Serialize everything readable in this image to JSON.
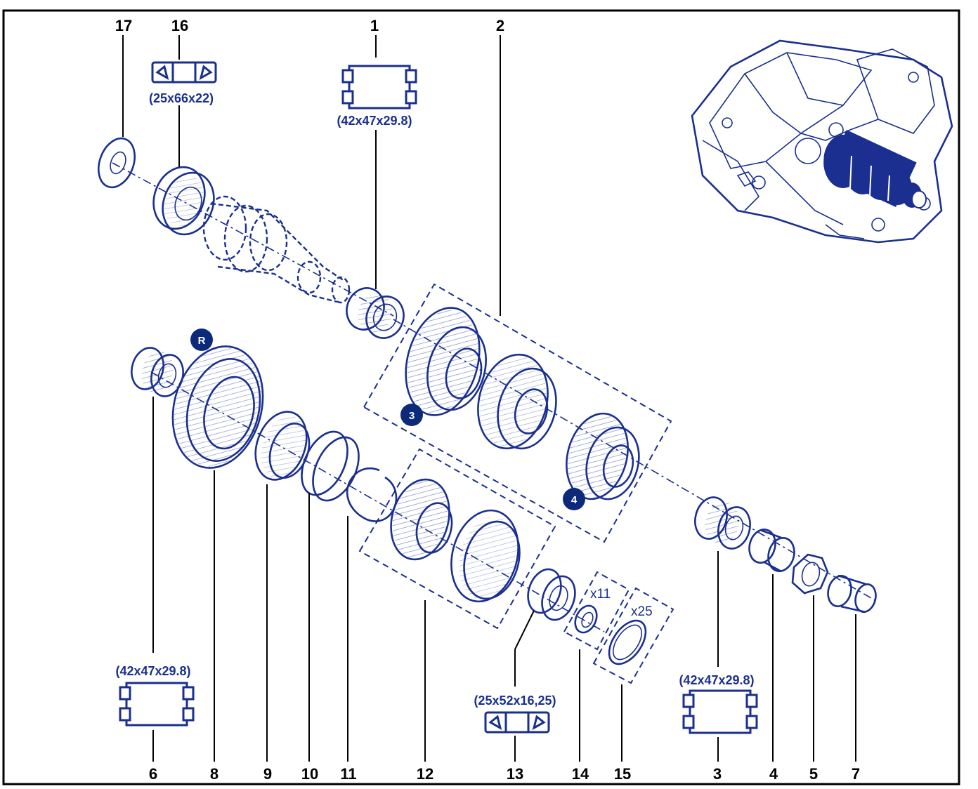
{
  "parts": [
    {
      "id": "1",
      "label": "1",
      "dimension": "(42x47x29.8)"
    },
    {
      "id": "2",
      "label": "2"
    },
    {
      "id": "3",
      "label": "3",
      "dimension": "(42x47x29.8)"
    },
    {
      "id": "4",
      "label": "4"
    },
    {
      "id": "5",
      "label": "5"
    },
    {
      "id": "6",
      "label": "6",
      "dimension": "(42x47x29.8)"
    },
    {
      "id": "7",
      "label": "7"
    },
    {
      "id": "8",
      "label": "8"
    },
    {
      "id": "9",
      "label": "9"
    },
    {
      "id": "10",
      "label": "10"
    },
    {
      "id": "11",
      "label": "11"
    },
    {
      "id": "12",
      "label": "12"
    },
    {
      "id": "13",
      "label": "13",
      "dimension": "(25x52x16,25)"
    },
    {
      "id": "14",
      "label": "14",
      "quantity": "x11"
    },
    {
      "id": "15",
      "label": "15",
      "quantity": "x25"
    },
    {
      "id": "16",
      "label": "16",
      "dimension": "(25x66x22)"
    },
    {
      "id": "17",
      "label": "17"
    }
  ],
  "gear_badges": {
    "reverse": "R",
    "third": "3",
    "fourth": "4"
  },
  "colors": {
    "line": "#1a2f8f",
    "label": "#000000",
    "badge": "#0d2a7a",
    "frame": "#000000"
  }
}
